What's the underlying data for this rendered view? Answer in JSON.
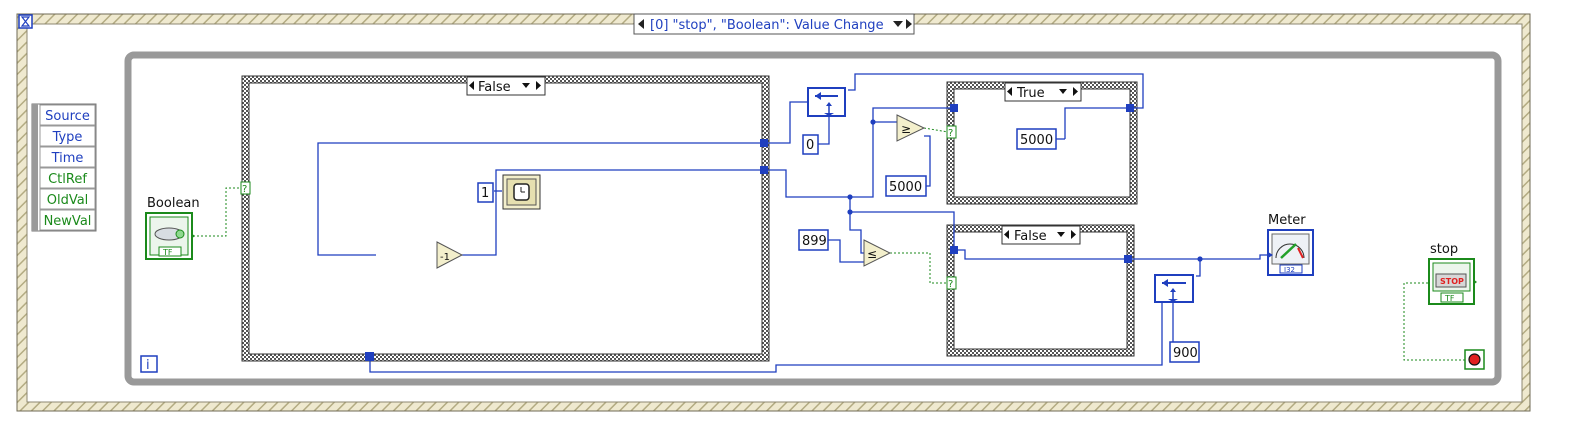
{
  "event_structure": {
    "case_label": "[0] \"stop\", \"Boolean\": Value Change"
  },
  "event_data_node": {
    "items": [
      "Source",
      "Type",
      "Time",
      "CtlRef",
      "OldVal",
      "NewVal"
    ]
  },
  "controls": {
    "boolean_label": "Boolean",
    "boolean_terminal_text": "TF",
    "stop_label": "stop",
    "stop_button_text": "STOP",
    "stop_terminal_text": "TF",
    "meter_label": "Meter",
    "meter_terminal_text": "I32"
  },
  "while_loop": {
    "iteration_label": "i"
  },
  "case_structures": {
    "left_selector": "False",
    "top_right_selector": "True",
    "bottom_right_selector": "False"
  },
  "constants": {
    "one": "1",
    "zero": "0",
    "c5000_a": "5000",
    "c5000_b": "5000",
    "c899": "899",
    "c900": "900"
  },
  "operators": {
    "decrement": "-1",
    "ge_symbol": "≥",
    "le_symbol": "≤",
    "question": "?"
  },
  "colors": {
    "wire_numeric": "#1f3fbf",
    "wire_boolean": "#1b8a1b",
    "frame_gold": "#c8c19a",
    "frame_grey": "#a0a0a0",
    "case_border": "#3b3b3b"
  }
}
